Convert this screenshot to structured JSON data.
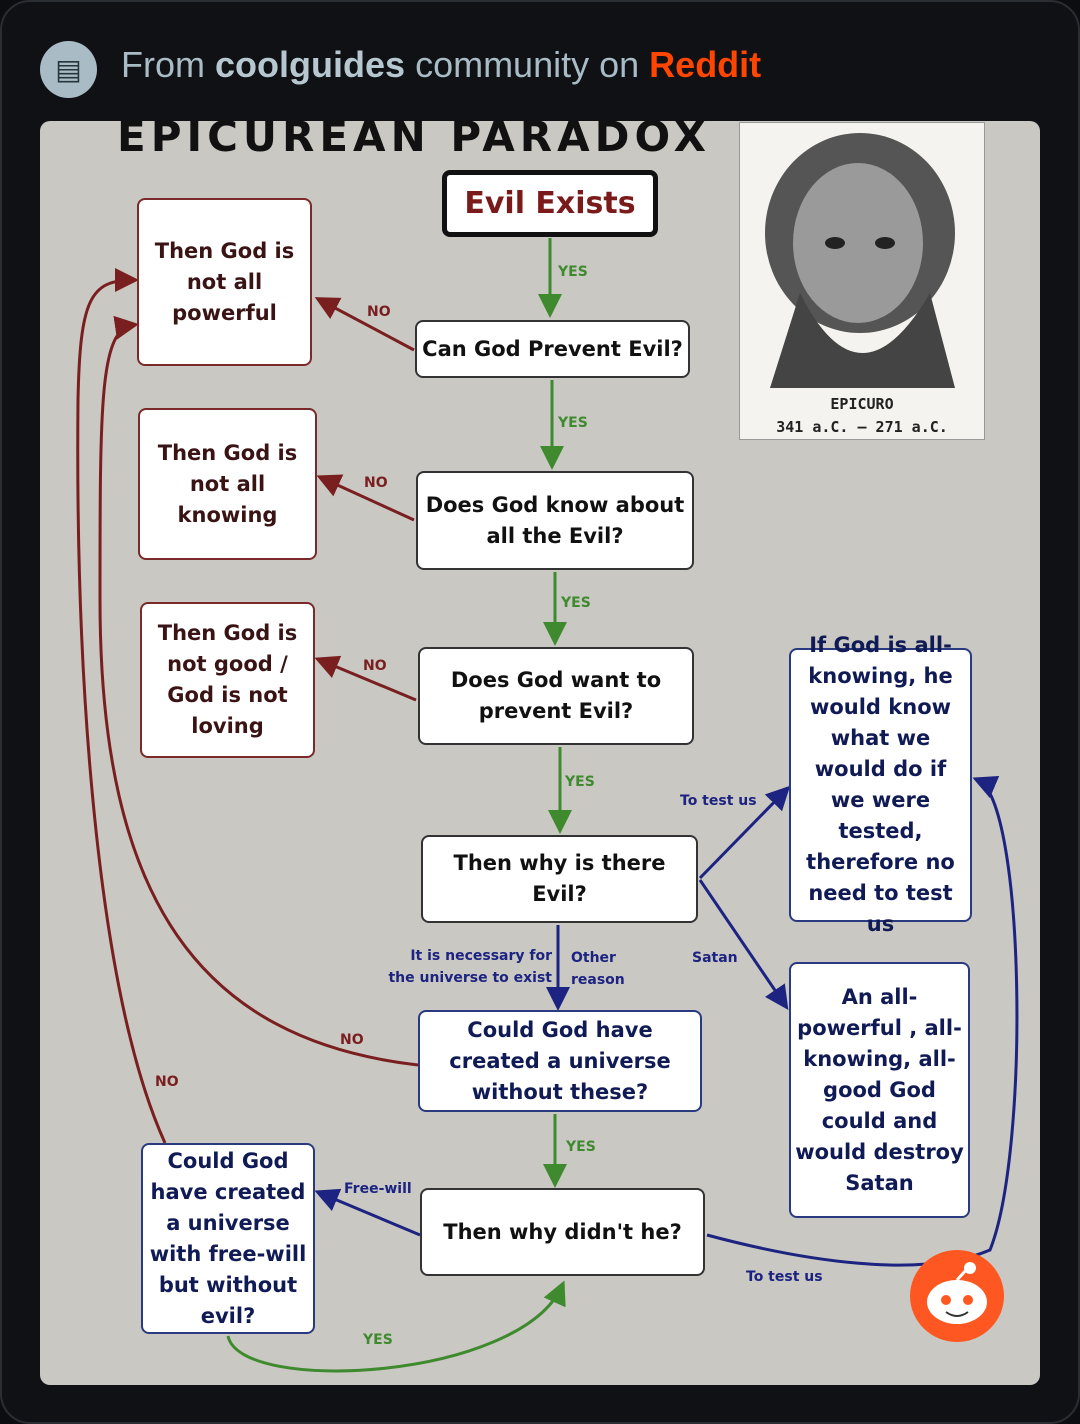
{
  "header": {
    "prefix": "From",
    "community": "coolguides",
    "middle": "community on",
    "brand": "Reddit",
    "icon": "newspaper-icon"
  },
  "diagram": {
    "title": "EPICUREAN PARADOX",
    "portrait": {
      "name": "EPICURO",
      "dates": "341 a.C. — 271 a.C."
    },
    "nodes": {
      "evil_exists": "Evil Exists",
      "not_powerful": "Then God is not all powerful",
      "can_prevent": "Can God Prevent Evil?",
      "not_knowing": "Then God is not all knowing",
      "know_about": "Does God know about all the Evil?",
      "not_good": "Then God is not good / God is not loving",
      "want_prevent": "Does God want to prevent Evil?",
      "why_evil": "Then why is there Evil?",
      "test_us": "If God is all-knowing, he would know what we would do if we were tested, therefore no need to test us",
      "satan": "An all-powerful , all-knowing, all-good God could and would destroy Satan",
      "universe_without": "Could God have created a universe without these?",
      "freewill_box": "Could God have created a universe with free-will but without evil?",
      "why_didnt": "Then why didn't he?"
    },
    "edge_labels": {
      "yes": "YES",
      "no": "NO",
      "to_test_us": "To test us",
      "satan": "Satan",
      "necessary": "It is necessary for the universe to exist",
      "other": "Other reason",
      "free_will": "Free-will"
    },
    "colors": {
      "yes": "#3f8a2e",
      "no": "#7a1f1f",
      "other": "#1c2380",
      "panel": "#c9c8c3",
      "brand": "#ff4500"
    }
  },
  "watermark": "reddit-snoo-logo"
}
